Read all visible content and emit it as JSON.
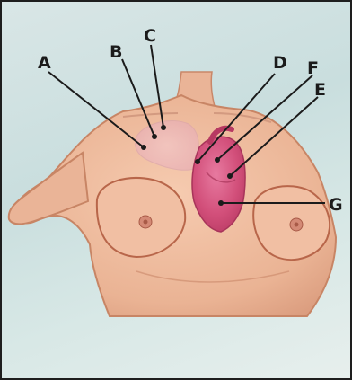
{
  "diagram": {
    "labels": [
      "A",
      "B",
      "C",
      "D",
      "F",
      "E",
      "G"
    ]
  }
}
